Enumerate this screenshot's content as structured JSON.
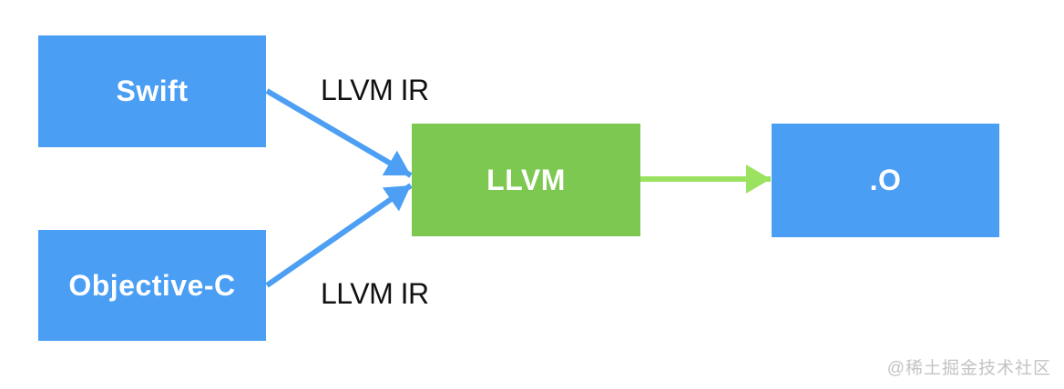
{
  "diagram": {
    "nodes": [
      {
        "id": "swift",
        "label": "Swift",
        "shape": "rectangle",
        "fill": "#4A9EF4",
        "text_color": "#FFFFFF"
      },
      {
        "id": "objective-c",
        "label": "Objective-C",
        "shape": "rectangle",
        "fill": "#4A9EF4",
        "text_color": "#FFFFFF"
      },
      {
        "id": "llvm",
        "label": "LLVM",
        "shape": "rectangle",
        "fill": "#7CC851",
        "text_color": "#FFFFFF"
      },
      {
        "id": "object-file",
        "label": ".O",
        "shape": "rectangle",
        "fill": "#4A9EF4",
        "text_color": "#FFFFFF"
      }
    ],
    "edges": [
      {
        "from": "swift",
        "to": "llvm",
        "label": "LLVM IR",
        "color": "#4D9FF3"
      },
      {
        "from": "objective-c",
        "to": "llvm",
        "label": "LLVM IR",
        "color": "#4D9FF3"
      },
      {
        "from": "llvm",
        "to": "object-file",
        "label": "",
        "color": "#9AE25F"
      }
    ]
  },
  "watermark": {
    "text": "@稀土掘金技术社区",
    "color": "#C3C3C3"
  },
  "colors": {
    "background": "#FFFFFF",
    "box_blue": "#4A9EF4",
    "box_green": "#7CC851",
    "arrow_blue": "#4D9FF3",
    "arrow_green": "#9AE25F",
    "label_text": "#111111"
  }
}
